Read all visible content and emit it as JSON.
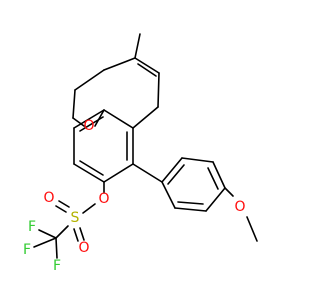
{
  "atoms": {
    "ring_oxygen": {
      "text": "O",
      "color": "#ff0d0d"
    },
    "ester_oxygen": {
      "text": "O",
      "color": "#ff0d0d"
    },
    "sulfonyl_oxygen_left": {
      "text": "O",
      "color": "#ff0d0d"
    },
    "sulfonyl_oxygen_right": {
      "text": "O",
      "color": "#ff0d0d"
    },
    "sulfur": {
      "text": "S",
      "color": "#b2b200"
    },
    "fluorine_top": {
      "text": "F",
      "color": "#33cc33"
    },
    "fluorine_left": {
      "text": "F",
      "color": "#33cc33"
    },
    "fluorine_bottom": {
      "text": "F",
      "color": "#33cc33"
    },
    "methoxy_oxygen": {
      "text": "O",
      "color": "#ff0d0d"
    }
  }
}
